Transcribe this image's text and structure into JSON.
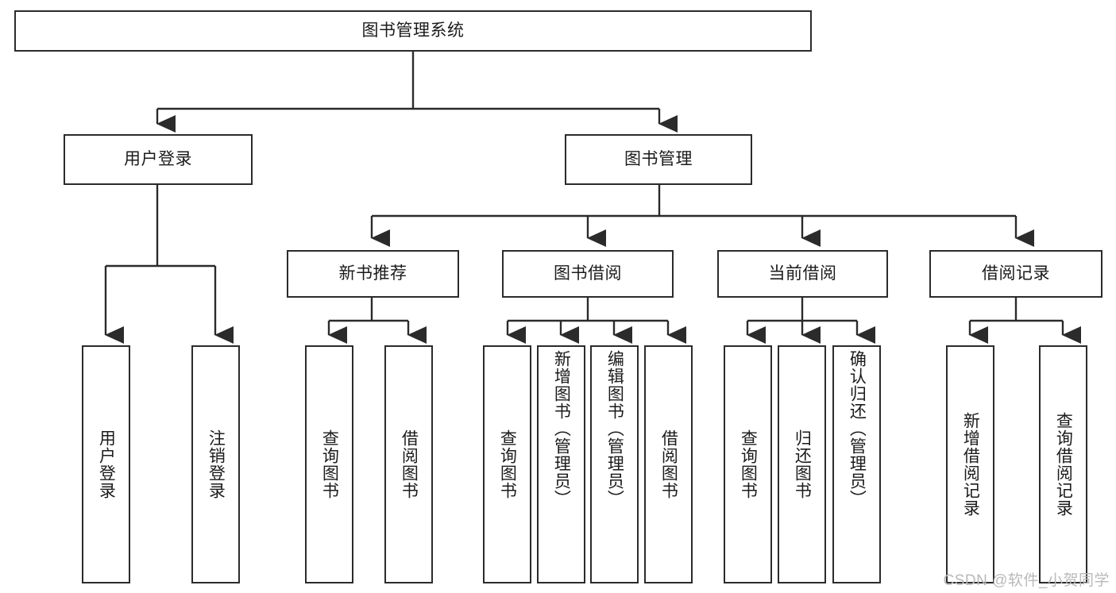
{
  "diagram": {
    "type": "tree-hierarchy-diagram",
    "title_text": "图书管理系统",
    "background_color": "#ffffff",
    "stroke_color": "#2b2b2b",
    "text_color": "#1b1b1b",
    "root": {
      "id": "root",
      "label": "图书管理系统",
      "orientation": "horizontal"
    },
    "level2": [
      {
        "id": "user-login",
        "label": "用户登录",
        "orientation": "horizontal"
      },
      {
        "id": "book-management",
        "label": "图书管理",
        "orientation": "horizontal"
      }
    ],
    "level3": [
      {
        "id": "new-book-recommend",
        "label": "新书推荐",
        "orientation": "horizontal"
      },
      {
        "id": "book-borrow",
        "label": "图书借阅",
        "orientation": "horizontal"
      },
      {
        "id": "current-borrow",
        "label": "当前借阅",
        "orientation": "horizontal"
      },
      {
        "id": "borrow-record",
        "label": "借阅记录",
        "orientation": "horizontal"
      }
    ],
    "leaves": [
      {
        "id": "leaf-user-login",
        "label": "用户登录",
        "parent": "user-login",
        "orientation": "vertical"
      },
      {
        "id": "leaf-user-logout",
        "label": "注销登录",
        "parent": "user-login",
        "orientation": "vertical"
      },
      {
        "id": "leaf-query-book-1",
        "label": "查询图书",
        "parent": "new-book-recommend",
        "orientation": "vertical"
      },
      {
        "id": "leaf-borrow-book-1",
        "label": "借阅图书",
        "parent": "new-book-recommend",
        "orientation": "vertical"
      },
      {
        "id": "leaf-query-book-2",
        "label": "查询图书",
        "parent": "book-borrow",
        "orientation": "vertical"
      },
      {
        "id": "leaf-add-book",
        "label": "新增图书（管理员）",
        "parent": "book-borrow",
        "orientation": "vertical"
      },
      {
        "id": "leaf-edit-book",
        "label": "编辑图书（管理员）",
        "parent": "book-borrow",
        "orientation": "vertical"
      },
      {
        "id": "leaf-borrow-book-2",
        "label": "借阅图书",
        "parent": "book-borrow",
        "orientation": "vertical"
      },
      {
        "id": "leaf-query-book-3",
        "label": "查询图书",
        "parent": "current-borrow",
        "orientation": "vertical"
      },
      {
        "id": "leaf-return-book",
        "label": "归还图书",
        "parent": "current-borrow",
        "orientation": "vertical"
      },
      {
        "id": "leaf-confirm-return",
        "label": "确认归还（管理员）",
        "parent": "current-borrow",
        "orientation": "vertical"
      },
      {
        "id": "leaf-add-record",
        "label": "新增借阅记录",
        "parent": "borrow-record",
        "orientation": "vertical"
      },
      {
        "id": "leaf-query-record",
        "label": "查询借阅记录",
        "parent": "borrow-record",
        "orientation": "vertical"
      }
    ]
  },
  "watermark": {
    "text": "CSDN @软件_小贺同学",
    "color": "#b9b9b9"
  }
}
